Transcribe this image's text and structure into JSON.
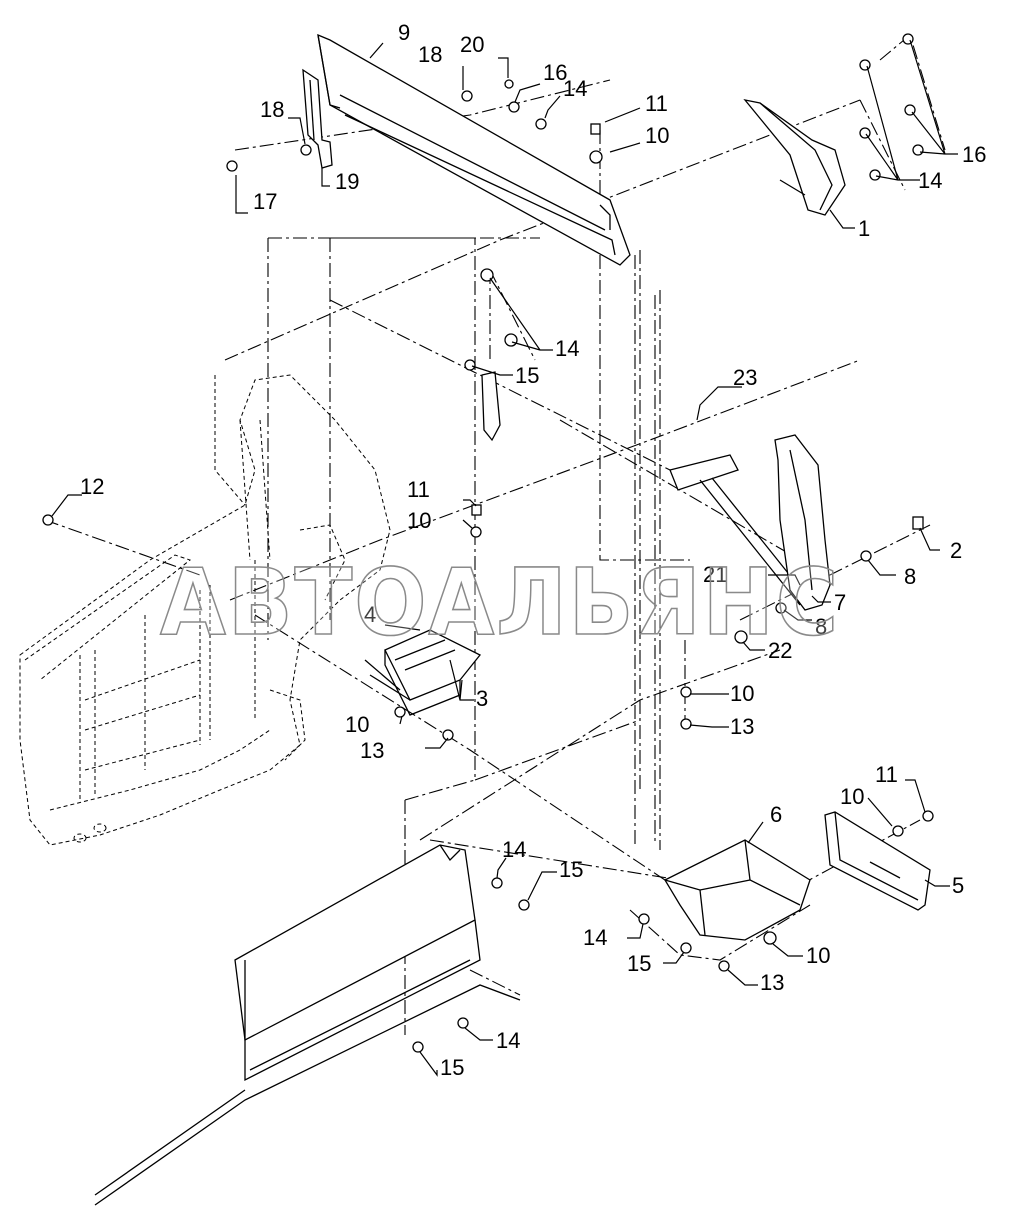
{
  "watermark": "АВТОАЛЬЯНС",
  "callouts": {
    "c1": "1",
    "c2": "2",
    "c3": "3",
    "c4": "4",
    "c5": "5",
    "c6": "6",
    "c7": "7",
    "c8a": "8",
    "c8b": "8",
    "c9": "9",
    "c10a": "10",
    "c10b": "10",
    "c10c": "10",
    "c10d": "10",
    "c10e": "10",
    "c10f": "10",
    "c11a": "11",
    "c11b": "11",
    "c11c": "11",
    "c12": "12",
    "c13a": "13",
    "c13b": "13",
    "c13c": "13",
    "c14a": "14",
    "c14b": "14",
    "c14c": "14",
    "c14d": "14",
    "c14e": "14",
    "c14f": "14",
    "c15a": "15",
    "c15b": "15",
    "c15c": "15",
    "c15d": "15",
    "c16a": "16",
    "c16b": "16",
    "c17": "17",
    "c18a": "18",
    "c18b": "18",
    "c19": "19",
    "c20": "20",
    "c21": "21",
    "c22": "22",
    "c23": "23"
  },
  "colors": {
    "ink": "#000000",
    "paper": "#ffffff",
    "watermark_outline": "#8a8a8a"
  }
}
